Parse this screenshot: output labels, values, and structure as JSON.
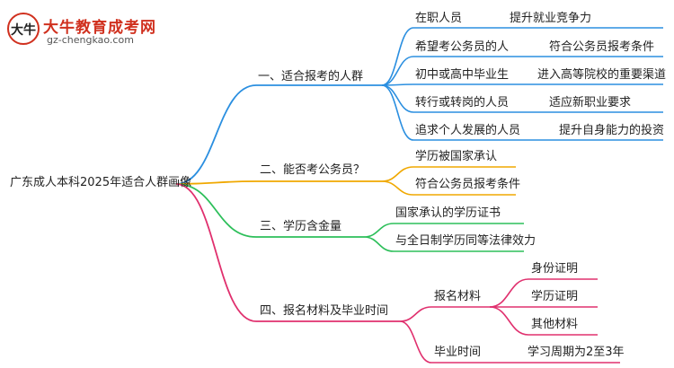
{
  "logo": {
    "name": "大牛教育成考网",
    "url": "gz-chengkao.com",
    "mark": "大牛"
  },
  "root": "广东成人本科2025年适合人群画像",
  "branches": [
    {
      "label": "一、适合报考的人群",
      "color": "#2b8fe0",
      "leaves": [
        {
          "a": "在职人员",
          "b": "提升就业竞争力"
        },
        {
          "a": "希望考公务员的人",
          "b": "符合公务员报考条件"
        },
        {
          "a": "初中或高中毕业生",
          "b": "进入高等院校的重要渠道"
        },
        {
          "a": "转行或转岗的人员",
          "b": "适应新职业要求"
        },
        {
          "a": "追求个人发展的人员",
          "b": "提升自身能力的投资"
        }
      ]
    },
    {
      "label": "二、能否考公务员？",
      "color": "#f0a800",
      "leaves": [
        {
          "a": "学历被国家承认"
        },
        {
          "a": "符合公务员报考条件"
        }
      ]
    },
    {
      "label": "三、学历含金量",
      "color": "#2dbf5a",
      "leaves": [
        {
          "a": "国家承认的学历证书"
        },
        {
          "a": "与全日制学历同等法律效力"
        }
      ]
    },
    {
      "label": "四、报名材料及毕业时间",
      "color": "#e0306e",
      "subs": [
        {
          "label": "报名材料",
          "leaves": [
            "身份证明",
            "学历证明",
            "其他材料"
          ]
        },
        {
          "label": "毕业时间",
          "leaves": [
            "学习周期为2至3年"
          ]
        }
      ]
    }
  ]
}
